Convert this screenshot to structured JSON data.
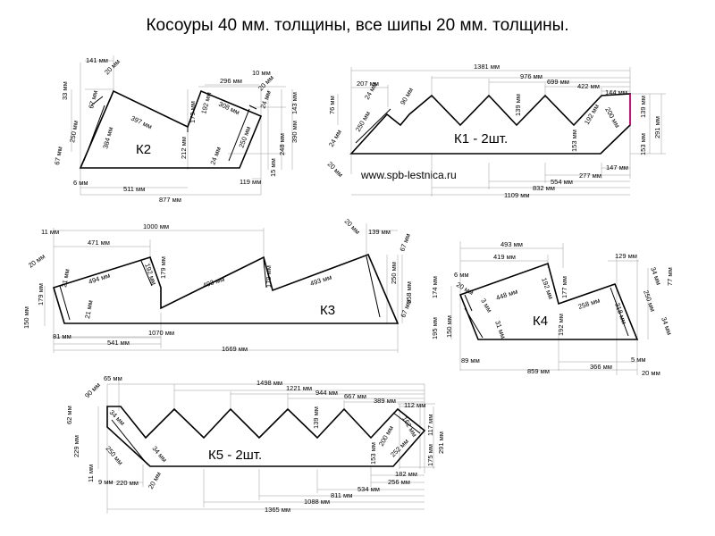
{
  "title": "Косоуры 40 мм. толщины, все шипы 20 мм. толщины.",
  "website": "www.spb-lestnica.ru",
  "colors": {
    "lines": "#000000",
    "dimension_lines": "#9a9a9a",
    "accent": "#e0007a"
  },
  "parts": [
    {
      "name": "K2",
      "label": "К2",
      "dimensions": [
        "141 мм",
        "20 мм",
        "33 мм",
        "67 мм",
        "250 мм",
        "384 мм",
        "397 мм",
        "67 мм",
        "6 мм",
        "511 мм",
        "877 мм",
        "212 мм",
        "179 мм",
        "296 мм",
        "10 мм",
        "20 мм",
        "192 мм",
        "308 мм",
        "143 мм",
        "24 мм",
        "390 мм",
        "248 мм",
        "250 мм",
        "24 мм",
        "15 мм",
        "119 мм"
      ]
    },
    {
      "name": "K1",
      "label": "К1 -  2шт.",
      "dimensions": [
        "1381 мм",
        "207 мм",
        "976 мм",
        "699 мм",
        "422 мм",
        "144 мм",
        "76 мм",
        "24 мм",
        "250 мм",
        "90 мм",
        "139 мм",
        "192 мм",
        "200 мм",
        "139 мм",
        "291 мм",
        "24 мм",
        "20 мм",
        "153 мм",
        "153 мм",
        "147 мм",
        "277 мм",
        "554 мм",
        "832 мм",
        "1109 мм"
      ]
    },
    {
      "name": "K3",
      "label": "К3",
      "dimensions": [
        "1000 мм",
        "11 мм",
        "471 мм",
        "20 мм",
        "139 мм",
        "20 мм",
        "67 мм",
        "494 мм",
        "21 мм",
        "192 мм",
        "179 мм",
        "493 мм",
        "493 мм",
        "250 мм",
        "179 мм",
        "150 мм",
        "21 мм",
        "179 мм",
        "358 мм",
        "67 мм",
        "81 мм",
        "1070 мм",
        "541 мм",
        "1669 мм"
      ]
    },
    {
      "name": "K4",
      "label": "К4",
      "dimensions": [
        "493 мм",
        "419 мм",
        "129 мм",
        "6 мм",
        "20 мм",
        "34 мм",
        "174 мм",
        "3 мм",
        "448 мм",
        "192 мм",
        "177 мм",
        "77 мм",
        "258 мм",
        "250 мм",
        "318 мм",
        "195 мм",
        "150 мм",
        "31 мм",
        "192 мм",
        "34 мм",
        "89 мм",
        "859 мм",
        "366 мм",
        "5 мм",
        "20 мм"
      ]
    },
    {
      "name": "K5",
      "label": "К5 -  2шт.",
      "dimensions": [
        "65 мм",
        "1498 мм",
        "1221 мм",
        "944 мм",
        "667 мм",
        "389 мм",
        "112 мм",
        "90 мм",
        "62 мм",
        "34 мм",
        "139 мм",
        "200 мм",
        "162 мм",
        "117 мм",
        "229 мм",
        "250 мм",
        "34 мм",
        "153 мм",
        "252 мм",
        "175 мм",
        "291 мм",
        "11 мм",
        "9 мм",
        "220 мм",
        "20 мм",
        "182 мм",
        "256 мм",
        "534 мм",
        "811 мм",
        "1088 мм",
        "1365 мм"
      ]
    }
  ]
}
